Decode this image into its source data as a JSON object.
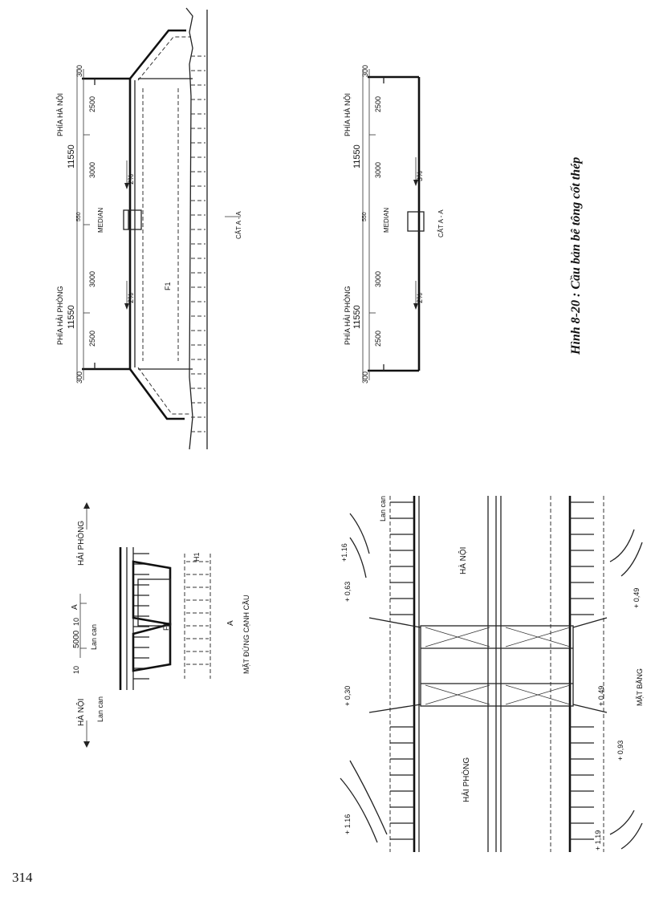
{
  "caption": "Hình 8-20 : Cầu bản bê tông cốt thép",
  "page_number": "314",
  "sections": [
    {
      "section_title": "CẮT A - A",
      "side_left": "PHÍA HẢI PHÒNG",
      "side_right": "PHÍA HÀ NỘI",
      "total_left": "11550",
      "total_right": "11550",
      "curb_left": "300",
      "curb_right": "300",
      "sidewalk_left": "2500",
      "sidewalk_right": "2500",
      "lane_left": "3000",
      "lane_right": "3000",
      "median_width": "550",
      "median_label": "MEDIAN",
      "slope_left": "2%",
      "slope_right": "2%",
      "pile_label": "F1"
    },
    {
      "section_title": "CẮT A - A",
      "side_left": "PHÍA HẢI PHÒNG",
      "side_right": "PHÍA HÀ NỘI",
      "total_left": "11550",
      "total_right": "11550",
      "curb_left": "300",
      "curb_right": "300",
      "sidewalk_left": "2500",
      "sidewalk_right": "2500",
      "lane_left": "3000",
      "lane_right": "3000",
      "median_width": "550",
      "median_label": "MEDIAN",
      "slope_left": "2%",
      "slope_right": "3%"
    }
  ],
  "elevation": {
    "title": "MẶT ĐỨNG CẠNH CẦU",
    "direction_left": "HÀ NỘI",
    "direction_right": "HẢI PHÒNG",
    "span": "5000",
    "gap_left": "10",
    "gap_right": "10",
    "railing_label_1": "Lan can",
    "railing_label_2": "Lan can",
    "section_mark_1": "A",
    "section_mark_2": "A",
    "pile_label": "F1",
    "pile_label_2": "H1"
  },
  "plan": {
    "title": "MẶT BẰNG",
    "railing_label": "Lan can",
    "label_top": "HÀ NỘI",
    "label_bottom": "HẢI PHÒNG",
    "elevations": [
      "+1.16",
      "+ 0,63",
      "+ 0,49",
      "+ 0,30",
      "+ 0,49",
      "+ 0,93",
      "+ 1.16",
      "+ 1,19"
    ]
  }
}
